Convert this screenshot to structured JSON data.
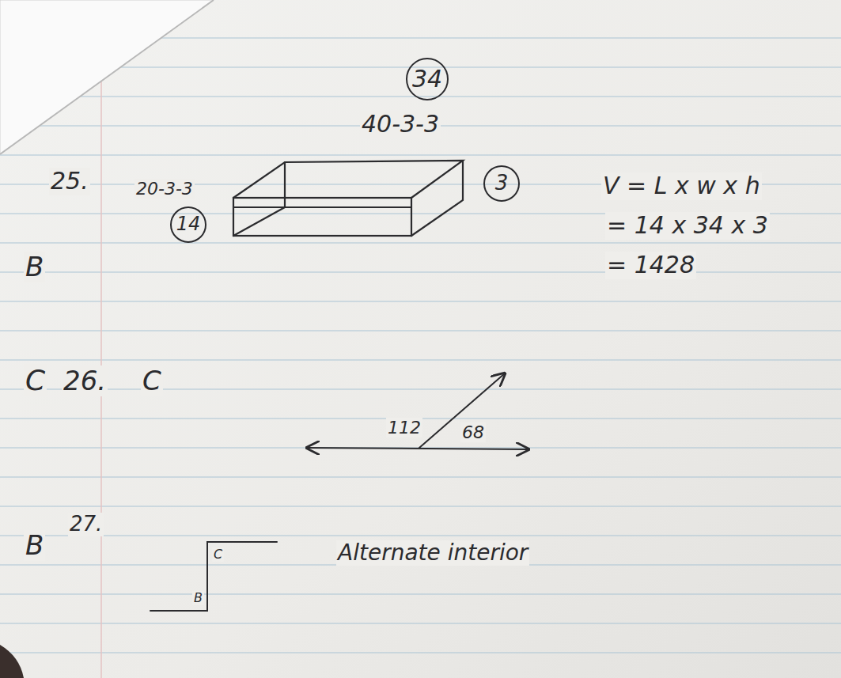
{
  "diagram": {
    "nodes": [
      {
        "text": [
          "34"
        ]
      },
      {
        "text": [
          "3"
        ]
      },
      {
        "text": [
          "14"
        ]
      }
    ],
    "labels": [
      "40-3-3",
      "25.",
      "20-3-3",
      "B",
      "V = L x w x h",
      "= 14 x 34 x 3",
      "= 1428",
      "C",
      "26.",
      "C",
      "112",
      "68",
      "B",
      "27.",
      "C",
      "B",
      "Alternate interior"
    ]
  }
}
